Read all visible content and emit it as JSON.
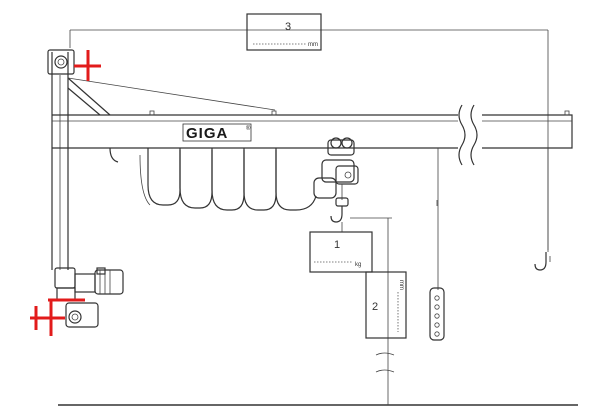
{
  "brand": {
    "name": "GIGA",
    "registered_mark": "®"
  },
  "callouts": {
    "span": {
      "number": "3",
      "unit": "mm"
    },
    "load": {
      "number": "1",
      "unit": "kg"
    },
    "height": {
      "number": "2",
      "unit": "mm"
    }
  },
  "colors": {
    "line": "#333333",
    "mount_bracket": "#e21b1b",
    "background": "#ffffff"
  }
}
